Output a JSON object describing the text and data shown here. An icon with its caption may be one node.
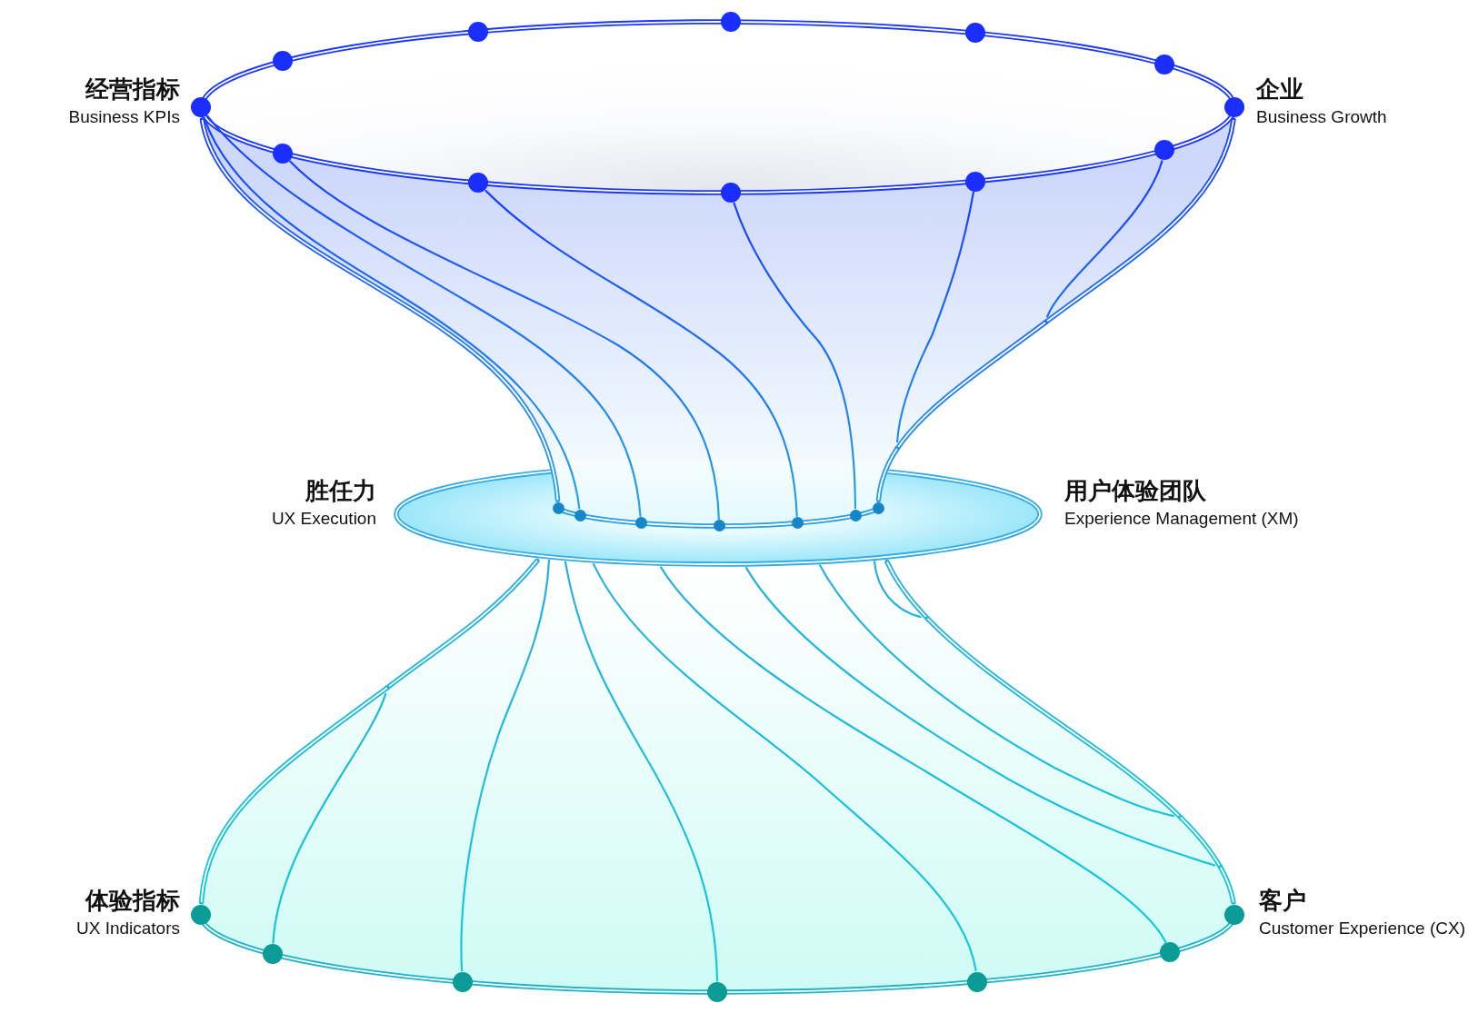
{
  "diagram": {
    "nodes": [
      {
        "text": [],
        "shape": "circle"
      },
      {
        "text": [],
        "shape": "circle"
      },
      {
        "text": [],
        "shape": "circle"
      },
      {
        "text": [],
        "shape": "circle"
      },
      {
        "text": [],
        "shape": "circle"
      },
      {
        "text": [],
        "shape": "circle",
        "beside": [
          "经营指标",
          "Business KPIs"
        ]
      },
      {
        "text": [],
        "shape": "circle",
        "beside": [
          "企业",
          "Business Growth"
        ]
      },
      {
        "text": [],
        "shape": "circle"
      },
      {
        "text": [],
        "shape": "circle"
      },
      {
        "text": [],
        "shape": "circle"
      },
      {
        "text": [],
        "shape": "circle"
      },
      {
        "text": [],
        "shape": "circle"
      },
      {
        "text": [],
        "shape": "ellipse",
        "beside": [
          "胜任力",
          "UX Execution",
          "用户体验团队",
          "Experience Management (XM)"
        ]
      },
      {
        "text": [],
        "shape": "circle",
        "in": 12
      },
      {
        "text": [],
        "shape": "circle",
        "in": 12
      },
      {
        "text": [],
        "shape": "circle",
        "in": 12
      },
      {
        "text": [],
        "shape": "circle",
        "in": 12
      },
      {
        "text": [],
        "shape": "circle",
        "in": 12
      },
      {
        "text": [],
        "shape": "circle",
        "in": 12
      },
      {
        "text": [],
        "shape": "circle",
        "in": 12
      },
      {
        "text": [],
        "shape": "circle",
        "beside": [
          "体验指标",
          "UX Indicators"
        ]
      },
      {
        "text": [],
        "shape": "circle"
      },
      {
        "text": [],
        "shape": "circle"
      },
      {
        "text": [],
        "shape": "circle"
      },
      {
        "text": [],
        "shape": "circle"
      },
      {
        "text": [],
        "shape": "circle"
      },
      {
        "text": [],
        "shape": "circle",
        "beside": [
          "客户",
          "Customer Experience (CX)"
        ]
      }
    ],
    "edges": [
      {
        "from": 5,
        "to": 13,
        "arrow": "none",
        "style": "thick",
        "color": "#1a3cff"
      },
      {
        "from": 5,
        "to": 14,
        "arrow": "none",
        "color": "#1a3cff"
      },
      {
        "from": 5,
        "to": 15,
        "arrow": "none",
        "color": "#1a3cff"
      },
      {
        "from": 7,
        "to": 16,
        "arrow": "none",
        "color": "#1a3cff"
      },
      {
        "from": 8,
        "to": 17,
        "arrow": "none",
        "color": "#1a3cff"
      },
      {
        "from": 9,
        "to": 18,
        "arrow": "none",
        "color": "#1a3cff"
      },
      {
        "from": 10,
        "to": 19,
        "arrow": "none",
        "color": "#1a3cff"
      },
      {
        "from": 11,
        "to": 19,
        "arrow": "none",
        "color": "#1a3cff"
      },
      {
        "from": 6,
        "to": 19,
        "arrow": "none",
        "style": "thick",
        "color": "#1a3cff"
      },
      {
        "from": 12,
        "to": 20,
        "arrow": "none",
        "style": "thick"
      },
      {
        "from": 12,
        "to": 21,
        "arrow": "none"
      },
      {
        "from": 12,
        "to": 22,
        "arrow": "none"
      },
      {
        "from": 12,
        "to": 23,
        "arrow": "none"
      },
      {
        "from": 12,
        "to": 24,
        "arrow": "none"
      },
      {
        "from": 12,
        "to": 25,
        "arrow": "none"
      },
      {
        "from": 12,
        "to": 26,
        "arrow": "none"
      },
      {
        "from": 12,
        "to": 26,
        "arrow": "none"
      },
      {
        "from": 12,
        "to": 26,
        "arrow": "none"
      },
      {
        "from": 12,
        "to": 26,
        "arrow": "none",
        "style": "thick"
      }
    ]
  }
}
